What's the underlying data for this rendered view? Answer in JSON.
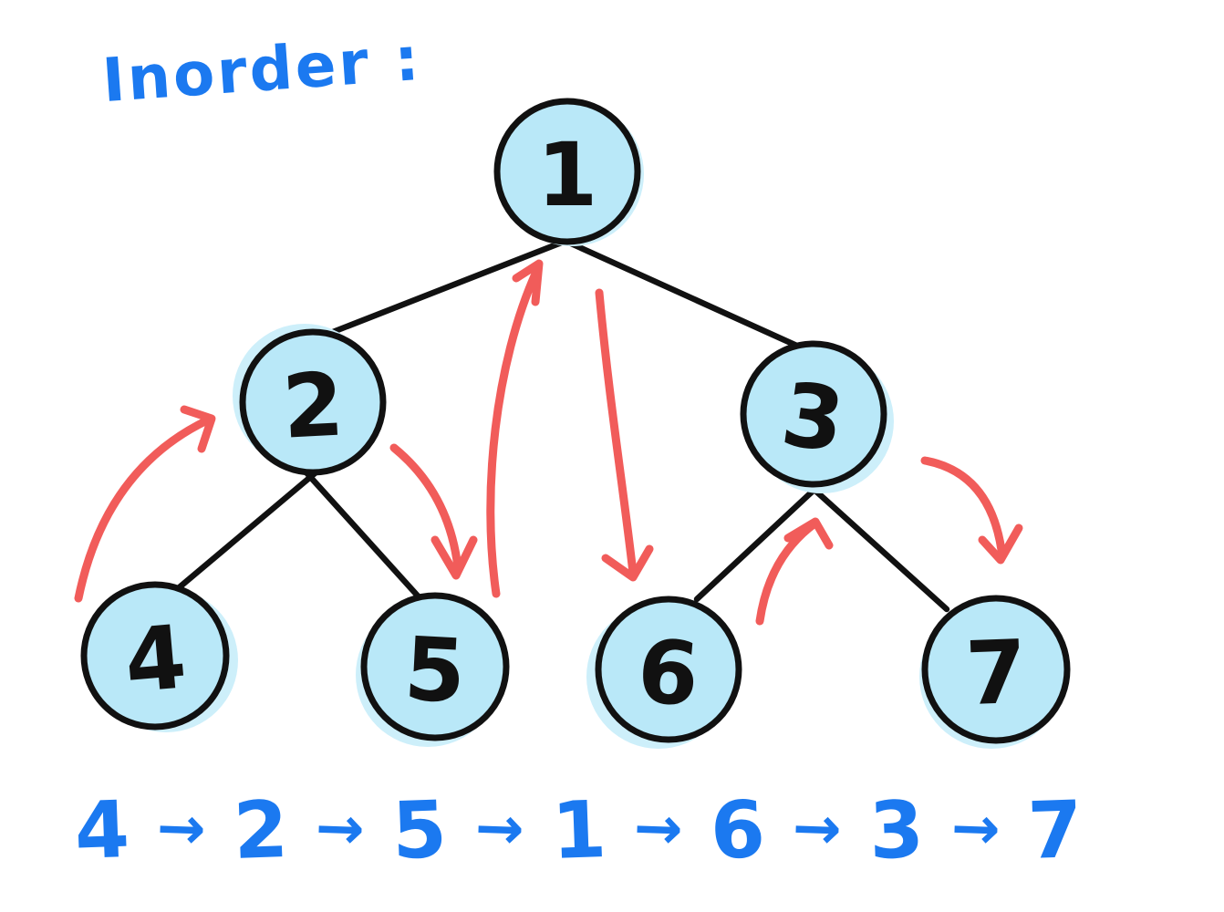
{
  "title": "Inorder :",
  "colors": {
    "ink_blue": "#1b79f0",
    "node_fill": "#b9e8f8",
    "node_shadow": "#cdeffa",
    "outline": "#111111",
    "arrow_red": "#f15c5a"
  },
  "tree": {
    "nodes": [
      {
        "label": "1",
        "left_child": "2",
        "right_child": "3"
      },
      {
        "label": "2",
        "left_child": "4",
        "right_child": "5"
      },
      {
        "label": "3",
        "left_child": "6",
        "right_child": "7"
      },
      {
        "label": "4"
      },
      {
        "label": "5"
      },
      {
        "label": "6"
      },
      {
        "label": "7"
      }
    ],
    "edges": [
      "1-2",
      "1-3",
      "2-4",
      "2-5",
      "3-6",
      "3-7"
    ]
  },
  "traversal": {
    "name": "inorder",
    "red_arrows": [
      "4→2",
      "2→5",
      "5→1",
      "1→6",
      "6→3",
      "3→7"
    ],
    "sequence": [
      "4",
      "→",
      "2",
      "→",
      "5",
      "→",
      "1",
      "→",
      "6",
      "→",
      "3",
      "→",
      "7"
    ]
  }
}
